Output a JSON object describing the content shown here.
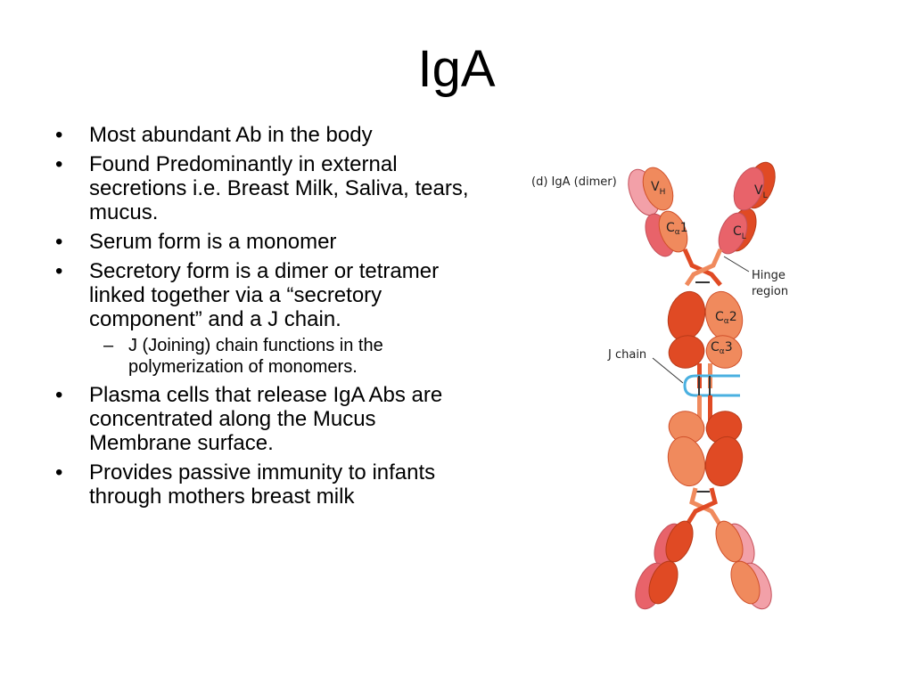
{
  "slide": {
    "title": "IgA",
    "bullets": [
      {
        "text": "Most abundant Ab in the body"
      },
      {
        "text": "Found Predominantly in external secretions i.e. Breast Milk, Saliva, tears, mucus."
      },
      {
        "text": "Serum form is a monomer"
      },
      {
        "text": "Secretory form is a dimer or tetramer linked together via a “secretory component” and a J chain.",
        "sub": [
          "J (Joining) chain functions in the polymerization of monomers."
        ]
      },
      {
        "text": "Plasma cells that release IgA Abs are concentrated along the Mucus Membrane surface."
      },
      {
        "text": "Provides passive immunity to infants through mothers breast milk"
      }
    ]
  },
  "diagram": {
    "caption": "(d) IgA (dimer)",
    "hinge_label_line1": "Hinge",
    "hinge_label_line2": "region",
    "jchain_label": "J chain",
    "vh": {
      "main": "V",
      "sub": "H"
    },
    "vl": {
      "main": "V",
      "sub": "L"
    },
    "ca1": {
      "main": "C",
      "alpha": "α",
      "num": "1"
    },
    "cl": {
      "main": "C",
      "sub": "L"
    },
    "ca2": {
      "main": "C",
      "alpha": "α",
      "num": "2"
    },
    "ca3": {
      "main": "C",
      "alpha": "α",
      "num": "3"
    },
    "colors": {
      "heavy": "#f08a5d",
      "light_pink": "#f2a0a8",
      "light_red": "#e8636a",
      "dark_red": "#e04a24",
      "jchain": "#4ab0e0"
    }
  }
}
